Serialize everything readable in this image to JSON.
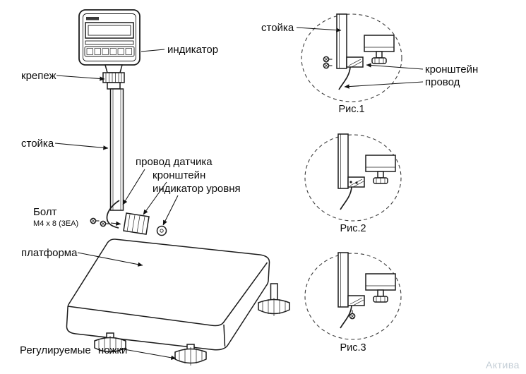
{
  "diagram": {
    "kind": "platform-scale-assembly",
    "labels": {
      "indicator": "индикатор",
      "fastener": "крепеж",
      "stand": "стойка",
      "sensor_wire": "провод датчика",
      "bracket": "кронштейн",
      "level_indicator": "индикатор уровня",
      "bolt": "Болт",
      "bolt_spec": "M4 x 8 (3EA)",
      "platform": "платформа",
      "adjustable_feet": "Регулируемые ножки"
    },
    "details": {
      "stand": "стойка",
      "bracket": "кронштейн",
      "wire": "провод",
      "figures": [
        {
          "caption": "Рис.1"
        },
        {
          "caption": "Рис.2"
        },
        {
          "caption": "Рис.3"
        }
      ]
    },
    "watermark": "Актива",
    "colors": {
      "line": "#1c1c1c",
      "background": "#ffffff",
      "watermark": "#c3cdd5"
    }
  }
}
